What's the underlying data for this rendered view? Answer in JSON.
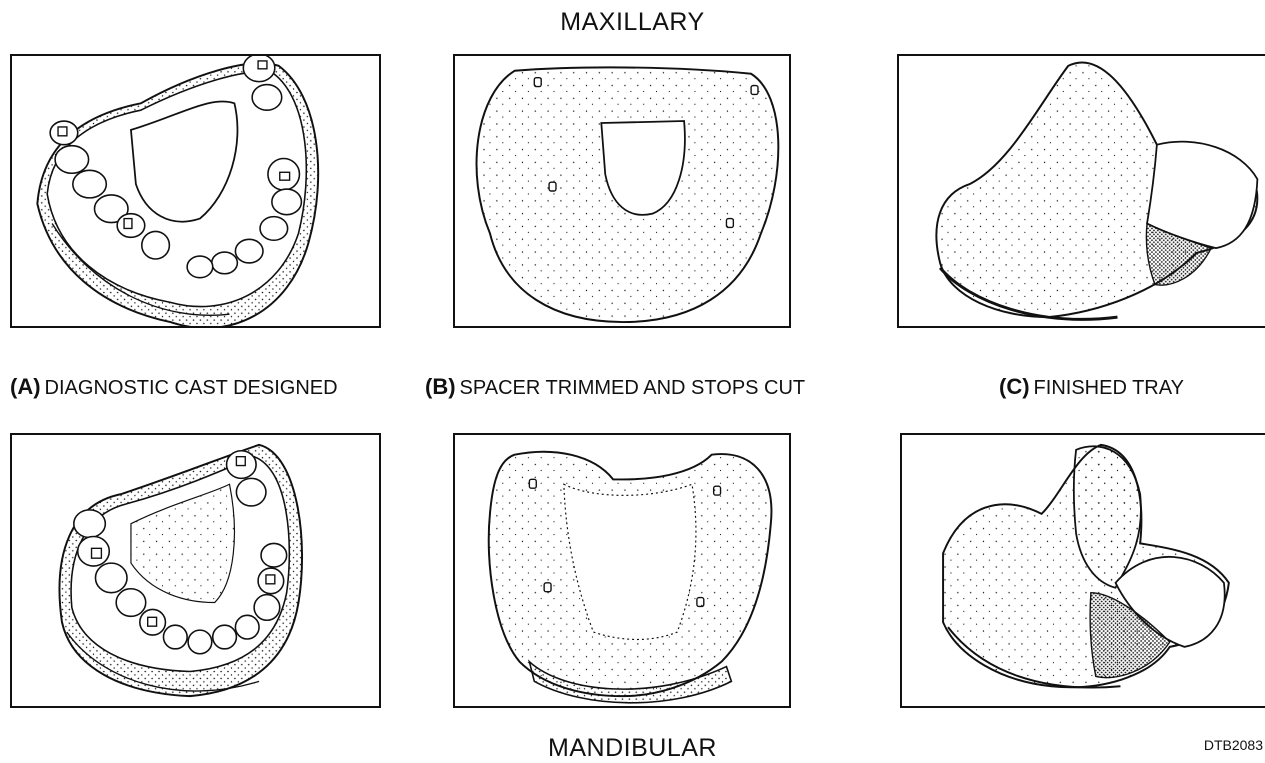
{
  "figure": {
    "title_top": "MAXILLARY",
    "title_bottom": "MANDIBULAR",
    "reference_code": "DTB2083"
  },
  "captions": [
    {
      "letter": "(A)",
      "text": "DIAGNOSTIC CAST DESIGNED"
    },
    {
      "letter": "(B)",
      "text": "SPACER TRIMMED AND STOPS CUT"
    },
    {
      "letter": "(C)",
      "text": "FINISHED TRAY"
    }
  ],
  "colors": {
    "line": "#111111",
    "background": "#ffffff"
  }
}
